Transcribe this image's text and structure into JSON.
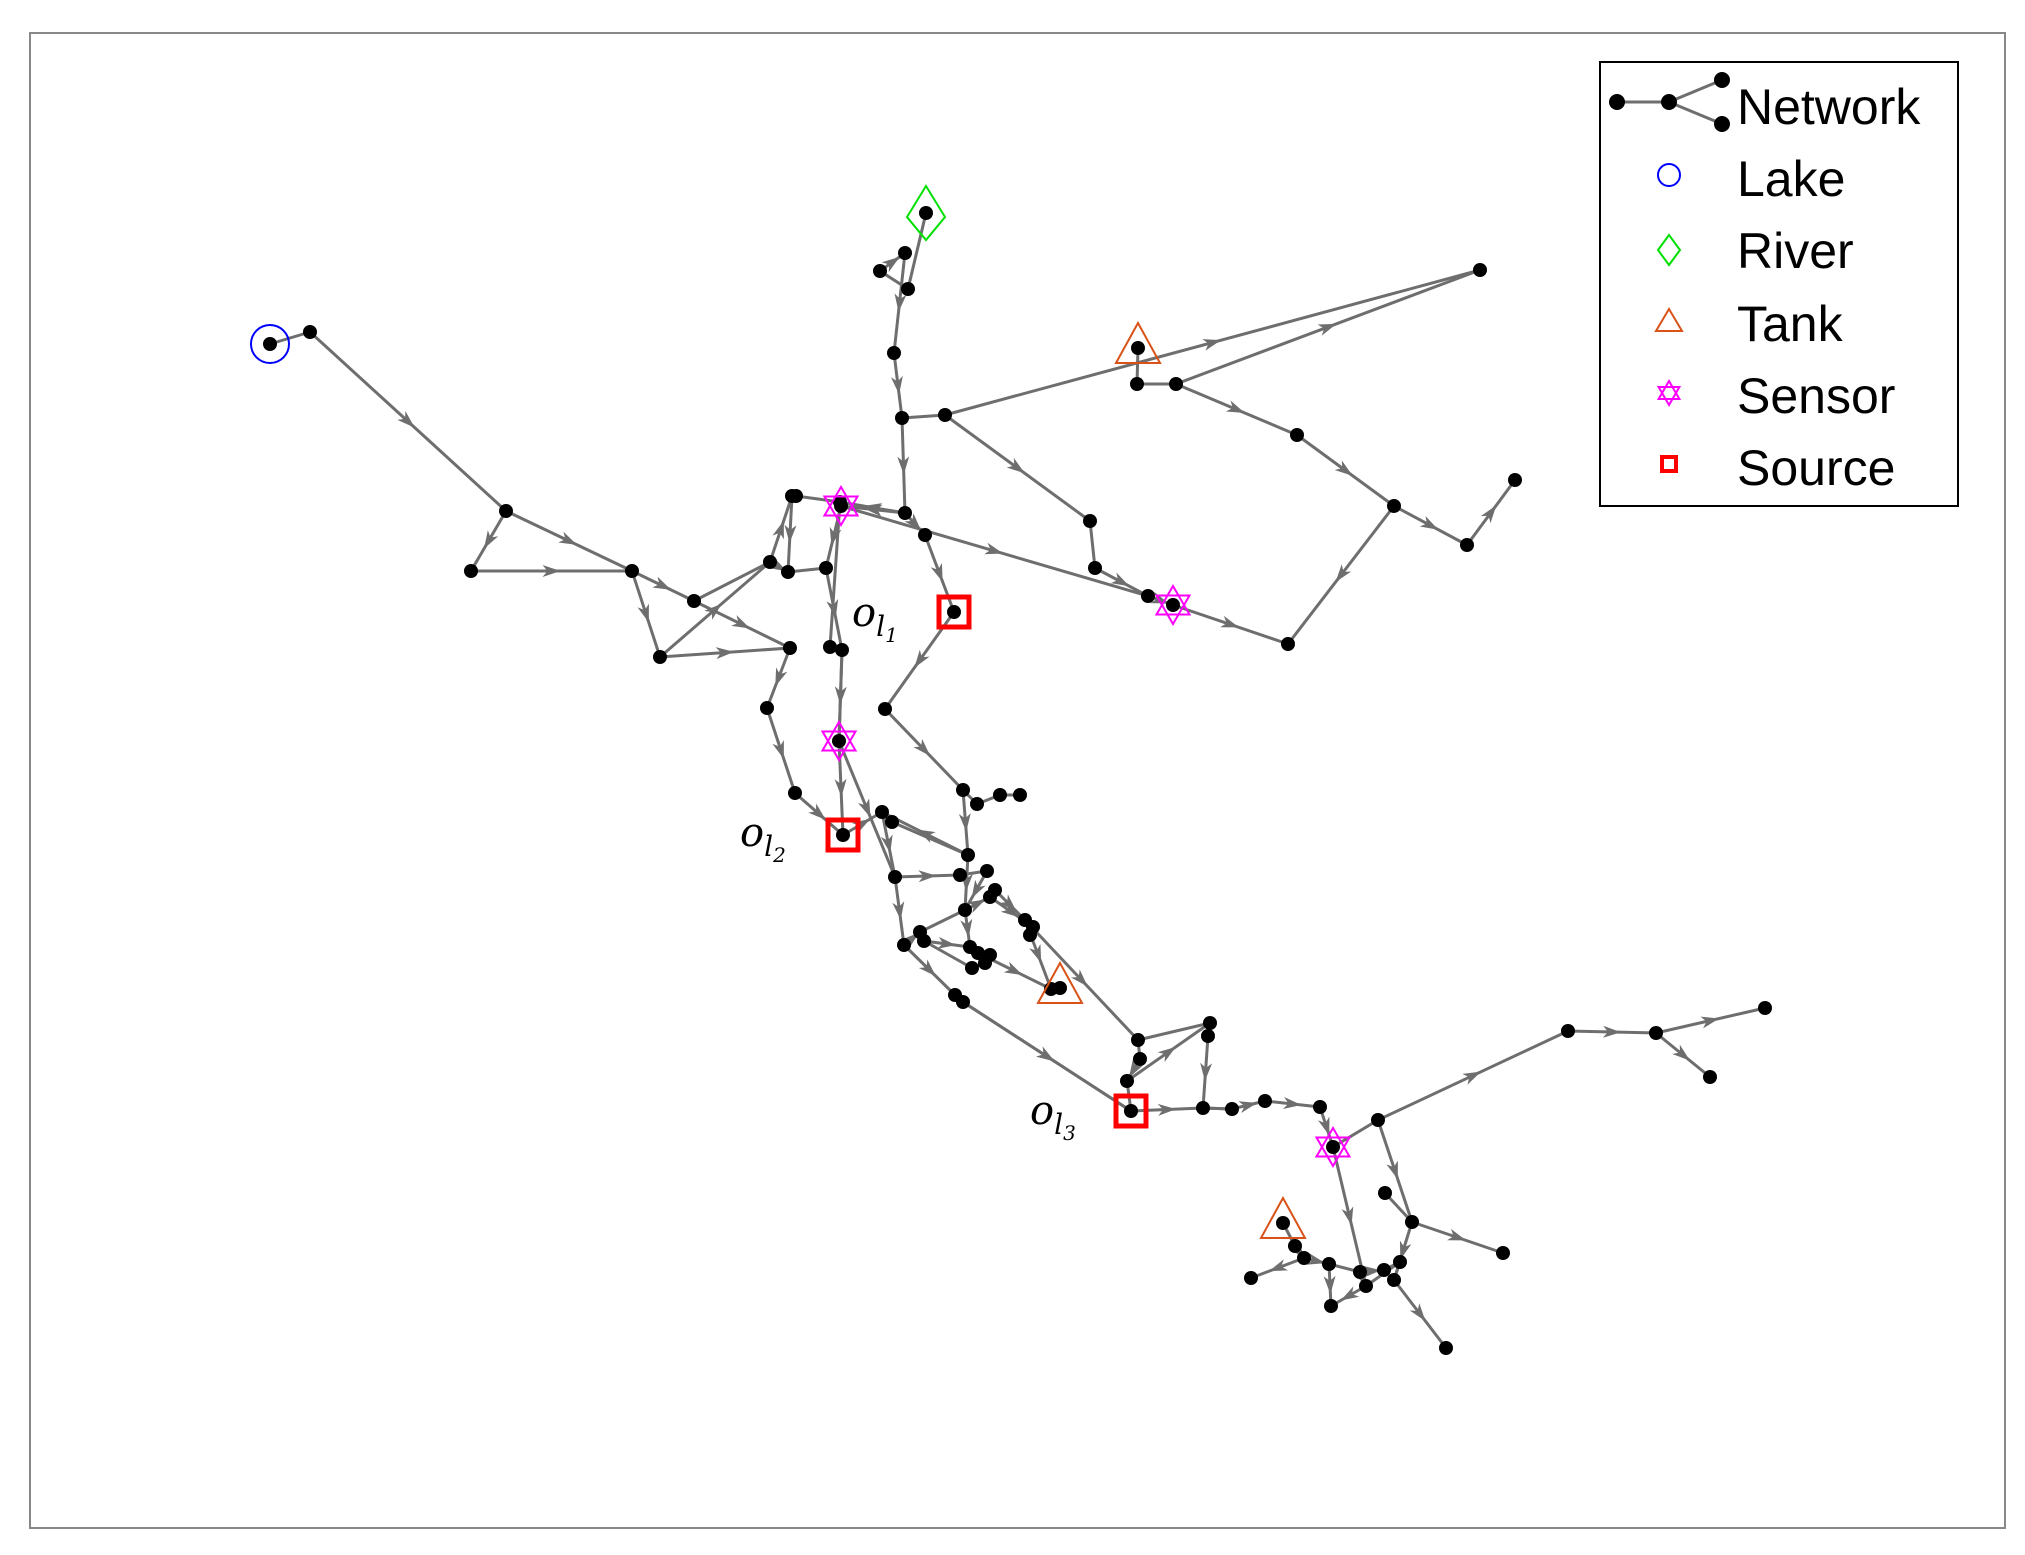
{
  "colors": {
    "edge": "#6e6e6e",
    "node": "#000000",
    "lake": "#0000ff",
    "river": "#00e000",
    "tank": "#d95319",
    "sensor": "#ff00ff",
    "source": "#ff0000",
    "frame": "#888888"
  },
  "legend": {
    "network": "Network",
    "lake": "Lake",
    "river": "River",
    "tank": "Tank",
    "sensor": "Sensor",
    "source": "Source"
  },
  "source_labels": [
    {
      "base": "o",
      "sub": "l",
      "subsub": "1"
    },
    {
      "base": "o",
      "sub": "l",
      "subsub": "2"
    },
    {
      "base": "o",
      "sub": "l",
      "subsub": "3"
    }
  ]
}
